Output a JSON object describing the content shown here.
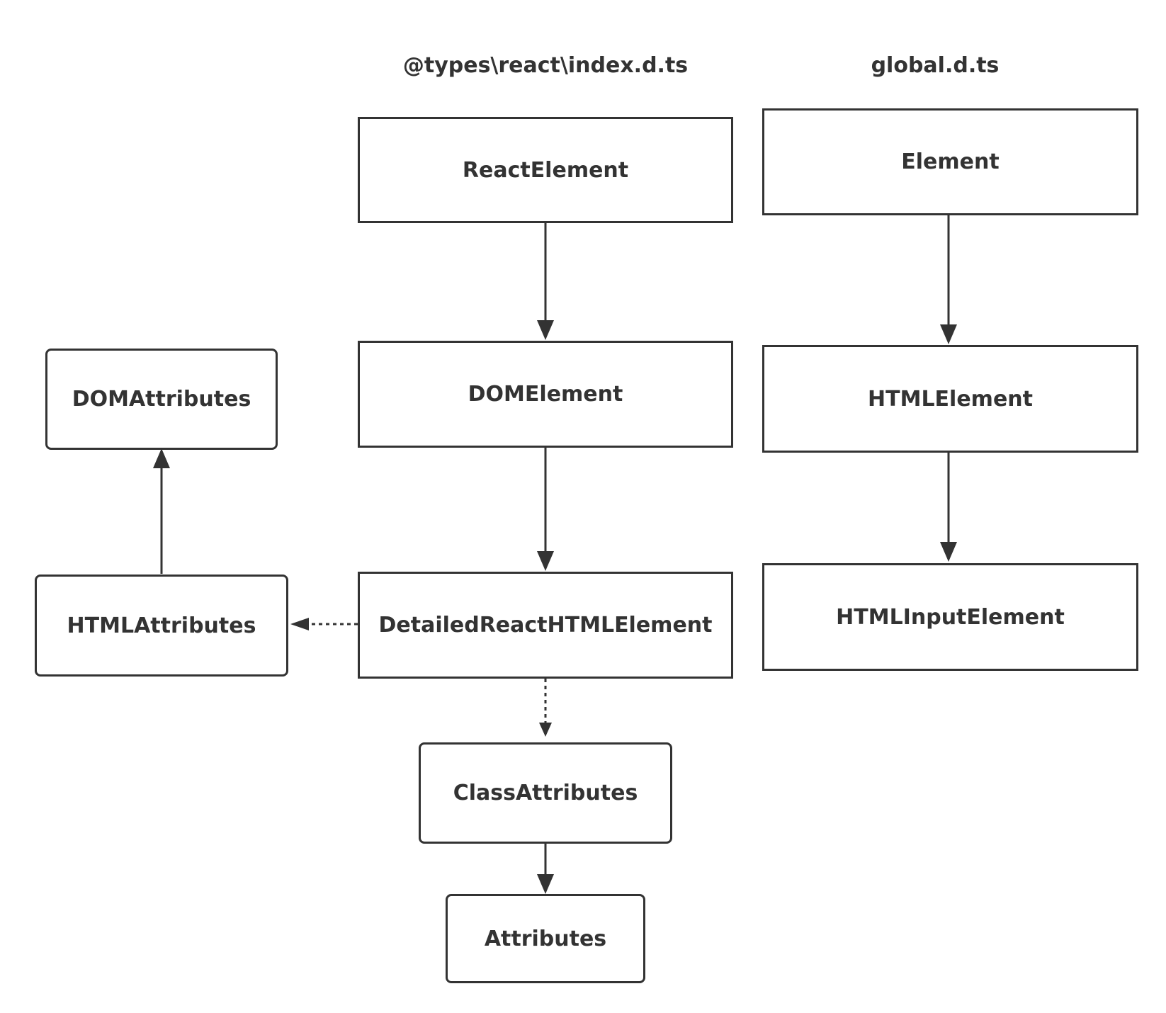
{
  "headings": {
    "react_types": "@types\\react\\index.d.ts",
    "global_types": "global.d.ts"
  },
  "nodes": {
    "react_element": "ReactElement",
    "dom_element": "DOMElement",
    "detailed_react_html_element": "DetailedReactHTMLElement",
    "class_attributes": "ClassAttributes",
    "attributes": "Attributes",
    "dom_attributes": "DOMAttributes",
    "html_attributes": "HTMLAttributes",
    "element": "Element",
    "html_element": "HTMLElement",
    "html_input_element": "HTMLInputElement"
  },
  "colors": {
    "stroke": "#333333",
    "background": "#ffffff"
  }
}
